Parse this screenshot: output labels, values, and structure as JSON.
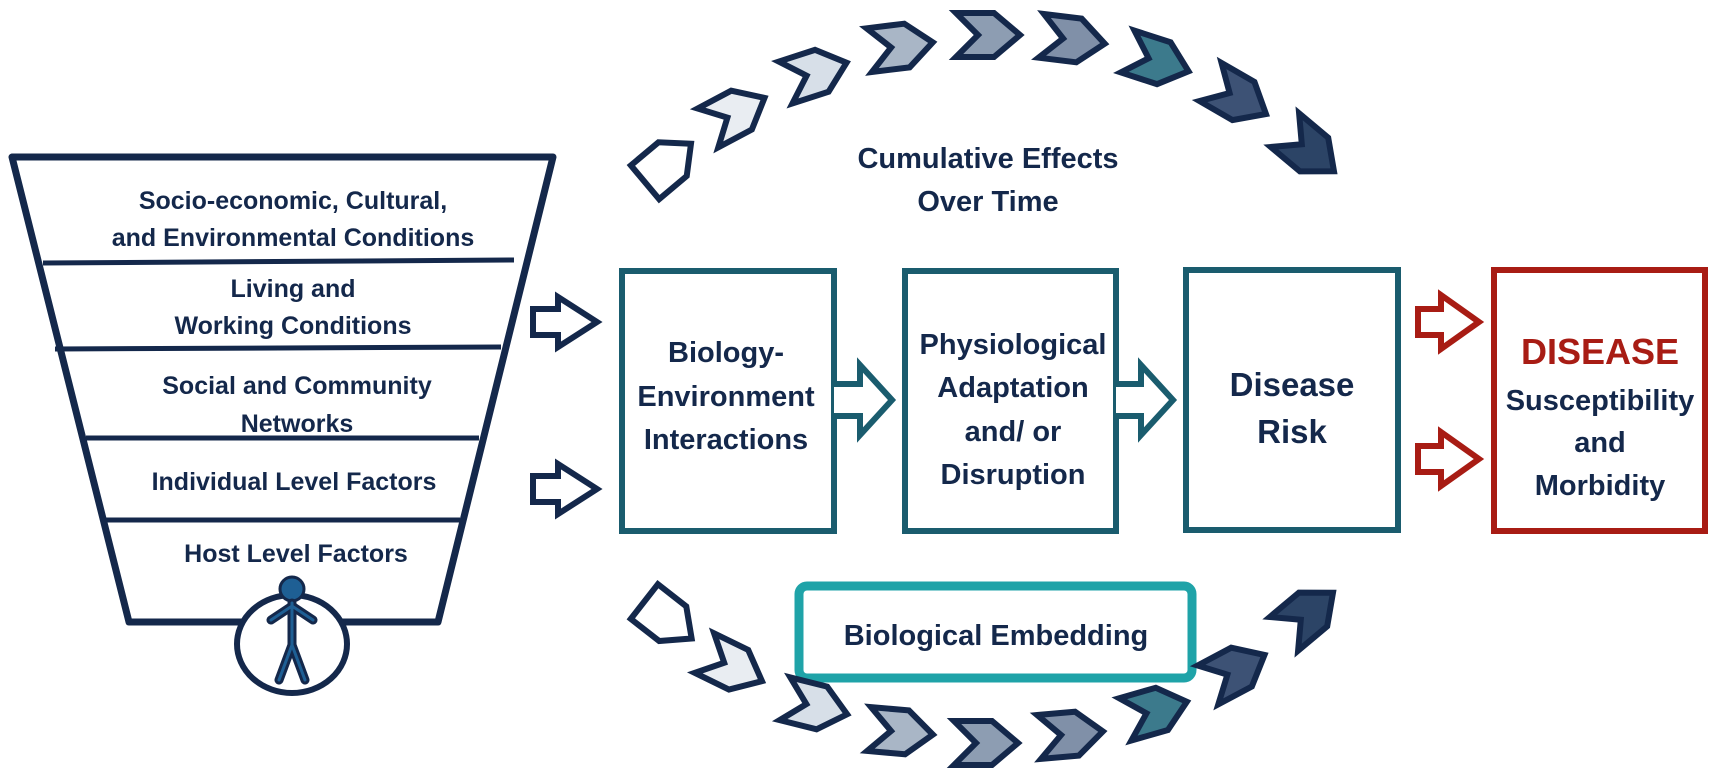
{
  "funnel": {
    "levels": [
      {
        "lines": [
          "Socio-economic, Cultural,",
          "and Environmental Conditions"
        ]
      },
      {
        "lines": [
          "Living and",
          "Working Conditions"
        ]
      },
      {
        "lines": [
          "Social and Community",
          "Networks"
        ]
      },
      {
        "lines": [
          "Individual Level Factors"
        ]
      },
      {
        "lines": [
          "Host Level Factors"
        ]
      }
    ]
  },
  "cumulative": {
    "lines": [
      "Cumulative Effects",
      "Over Time"
    ]
  },
  "boxes": {
    "bio_env": {
      "lines": [
        "Biology-",
        "Environment",
        "Interactions"
      ]
    },
    "physio": {
      "lines": [
        "Physiological",
        "Adaptation",
        "and/ or",
        "Disruption"
      ]
    },
    "risk": {
      "lines": [
        "Disease",
        "Risk"
      ]
    },
    "disease": {
      "title": "DISEASE",
      "lines": [
        "Susceptibility",
        "and",
        "Morbidity"
      ]
    }
  },
  "embedding": {
    "label": "Biological Embedding"
  },
  "colors": {
    "navy": "#14284b",
    "teal": "#1a5c6e",
    "embed_border": "#1fa3a8",
    "disease_red": "#a81c14",
    "chevron_fills": [
      "#ffffff",
      "#e9edf2",
      "#d7dfe8",
      "#a9b6c6",
      "#8d9db2",
      "#8090a8",
      "#3c7a8c",
      "#3d5275",
      "#2c4466"
    ]
  }
}
